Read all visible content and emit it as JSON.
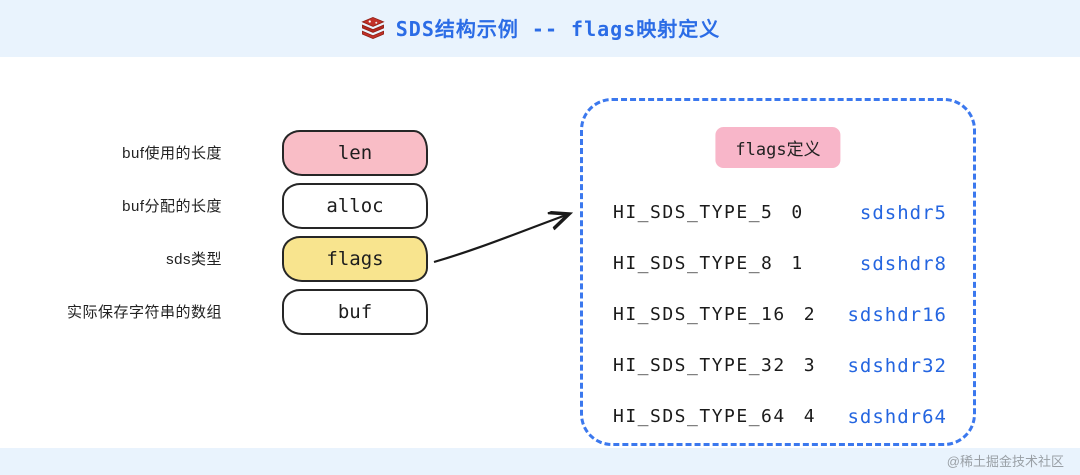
{
  "page": {
    "title": "SDS结构示例 -- flags映射定义",
    "watermark": "@稀土掘金技术社区"
  },
  "icons": {
    "title_icon": "redis-logo-icon"
  },
  "colors": {
    "title_blue": "#2b6ce6",
    "struct_name_blue": "#2465e0",
    "len_box_pink": "#f9bdc6",
    "flags_box_yellow": "#f8e48e",
    "panel_border_blue": "#3b78ee",
    "header_pill_pink": "#f8b6c9",
    "band_light_blue": "#e9f3fd"
  },
  "sds_struct": {
    "fields": [
      {
        "name": "len",
        "label": "buf使用的长度"
      },
      {
        "name": "alloc",
        "label": "buf分配的长度"
      },
      {
        "name": "flags",
        "label": "sds类型"
      },
      {
        "name": "buf",
        "label": "实际保存字符串的数组"
      }
    ]
  },
  "flags_panel": {
    "header": "flags定义",
    "rows": [
      {
        "type": "HI_SDS_TYPE_5",
        "value": "0",
        "struct": "sdshdr5"
      },
      {
        "type": "HI_SDS_TYPE_8",
        "value": "1",
        "struct": "sdshdr8"
      },
      {
        "type": "HI_SDS_TYPE_16",
        "value": "2",
        "struct": "sdshdr16"
      },
      {
        "type": "HI_SDS_TYPE_32",
        "value": "3",
        "struct": "sdshdr32"
      },
      {
        "type": "HI_SDS_TYPE_64",
        "value": "4",
        "struct": "sdshdr64"
      }
    ]
  }
}
